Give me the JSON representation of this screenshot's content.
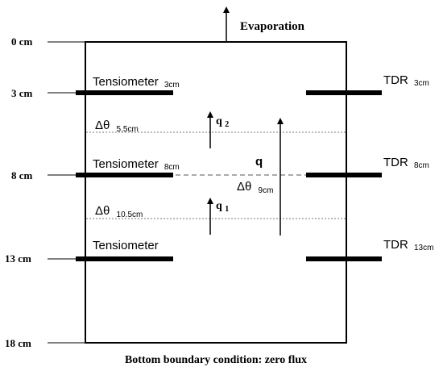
{
  "depths": {
    "d0": "0 cm",
    "d3": "3 cm",
    "d8": "8 cm",
    "d13": "13 cm",
    "d18": "18 cm"
  },
  "top_label": "Evaporation",
  "bottom_label": "Bottom boundary condition: zero flux",
  "tensiometers": {
    "t3": {
      "name": "Tensiometer",
      "sub": "3cm"
    },
    "t8": {
      "name": "Tensiometer",
      "sub": "8cm"
    },
    "t13": {
      "name": "Tensiometer",
      "sub": ""
    }
  },
  "tdr": {
    "r3": {
      "name": "TDR",
      "sub": "3cm"
    },
    "r8": {
      "name": "TDR",
      "sub": "8cm"
    },
    "r13": {
      "name": "TDR",
      "sub": "13cm"
    }
  },
  "water_content": {
    "upper": {
      "symbol": "Δθ",
      "sub": "5.5cm"
    },
    "middle": {
      "symbol": "Δθ",
      "sub": "9cm"
    },
    "lower": {
      "symbol": "Δθ",
      "sub": "10.5cm"
    }
  },
  "fluxes": {
    "q2": {
      "symbol": "q",
      "sub": "2"
    },
    "q1": {
      "symbol": "q",
      "sub": "1"
    },
    "q": {
      "symbol": "q"
    }
  },
  "colors": {
    "line": "#000000",
    "dash": "#777777",
    "background": "#ffffff"
  }
}
